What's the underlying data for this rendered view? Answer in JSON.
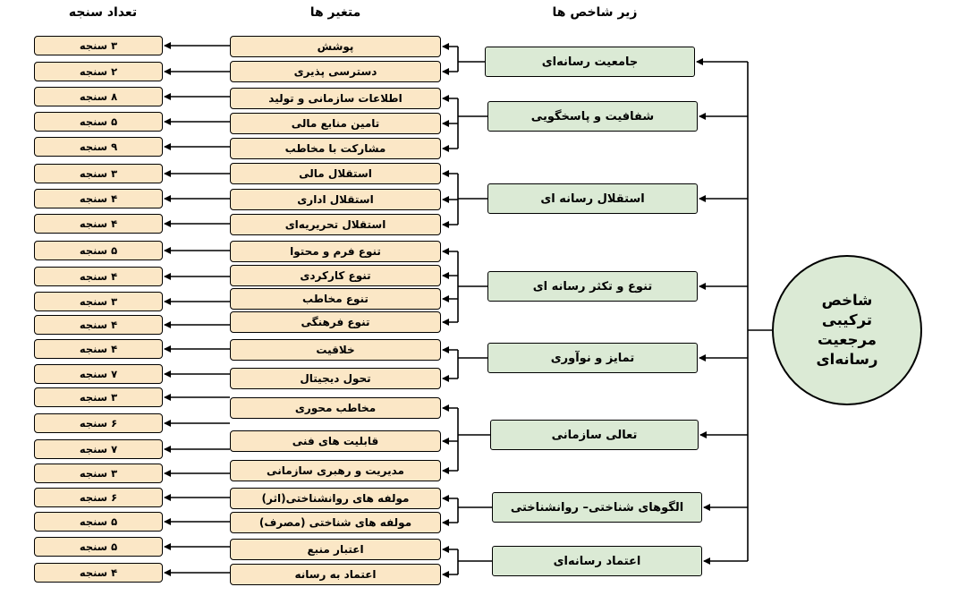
{
  "headers": {
    "counts": "تعداد سنجه",
    "variables": "متغیر ها",
    "subindices": "زیر شاخص ها"
  },
  "root_label": "شاخص\nترکیبی\nمرجعیت\nرسانه‌ای",
  "counts": [
    "۳ سنجه",
    "۲ سنجه",
    "۸ سنجه",
    "۵ سنجه",
    "۹ سنجه",
    "۳ سنجه",
    "۴ سنجه",
    "۴ سنجه",
    "۵ سنجه",
    "۴ سنجه",
    "۳ سنجه",
    "۴ سنجه",
    "۴ سنجه",
    "۷ سنجه",
    "۳ سنجه",
    "۶ سنجه",
    "۷ سنجه",
    "۳ سنجه",
    "۶ سنجه",
    "۵ سنجه",
    "۵ سنجه",
    "۴ سنجه"
  ],
  "variables": [
    "پوشش",
    "دسترسی پذیری",
    "اطلاعات سازمانی و تولید",
    "تامین منابع مالی",
    "مشارکت با مخاطب",
    "استقلال مالی",
    "استقلال اداری",
    "استقلال تحریریه‌ای",
    "تنوع فرم و محتوا",
    "تنوع کارکردی",
    "تنوع مخاطب",
    "تنوع فرهنگی",
    "خلاقیت",
    "تحول دیجیتال",
    "مخاطب محوری",
    "قابلیت های فنی",
    "مدیریت و رهبری سازمانی",
    "مولفه های روانشناختی(اثر)",
    "مولفه های شناختی (مصرف)",
    "اعتبار منبع",
    "اعتماد به رسانه"
  ],
  "subindices": [
    "جامعیت رسانه‌ای",
    "شفافیت و پاسخگویی",
    "استقلال رسانه ای",
    "تنوع و تکثر رسانه ای",
    "تمایز و نوآوری",
    "تعالی سازمانی",
    "الگوهای شناختی– روانشناختی",
    "اعتماد رسانه‌ای"
  ],
  "colors": {
    "leaf_fill": "#fbe7c6",
    "category_fill": "#dbead5",
    "line": "#000000"
  }
}
